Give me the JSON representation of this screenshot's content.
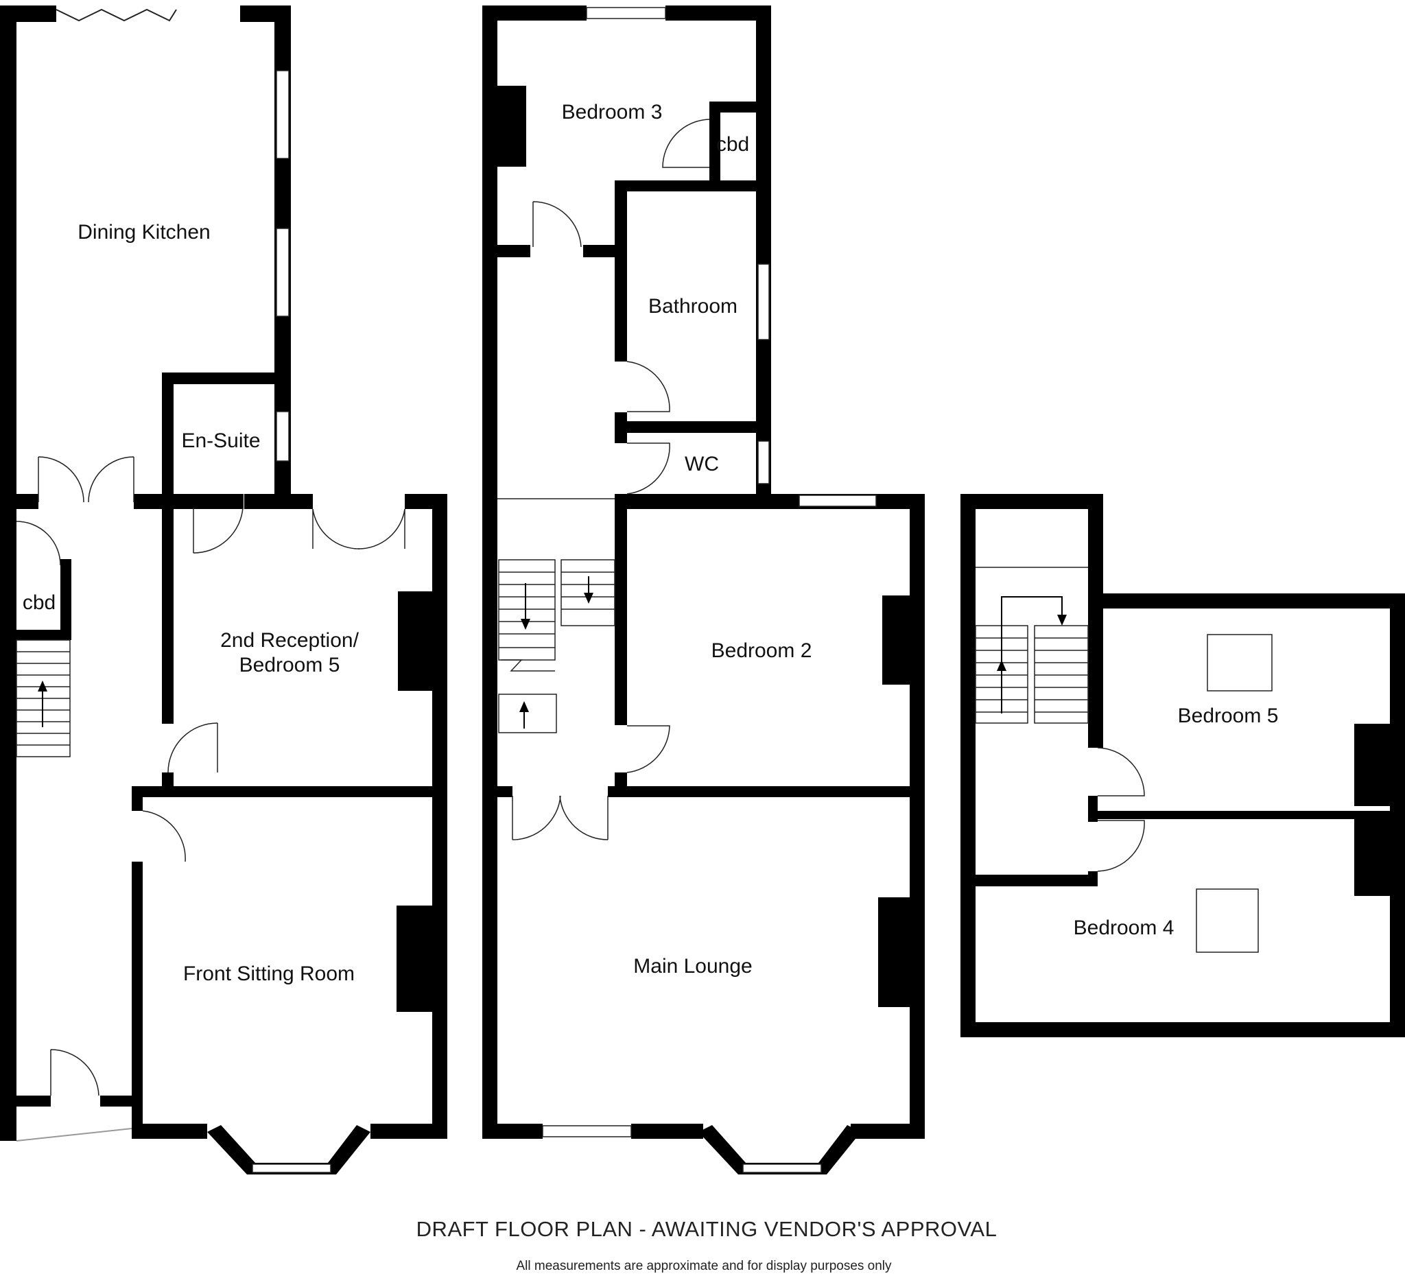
{
  "plan": {
    "title": "DRAFT FLOOR PLAN - AWAITING VENDOR'S APPROVAL",
    "disclaimer": "All measurements are approximate and for display purposes only",
    "wall_color": "#000000",
    "rooms": {
      "dining_kitchen": "Dining Kitchen",
      "en_suite": "En-Suite",
      "cbd_ground": "cbd",
      "reception_line1": "2nd Reception/",
      "reception_line2": "Bedroom 5",
      "front_sitting": "Front Sitting Room",
      "bedroom3": "Bedroom 3",
      "cbd_first": "cbd",
      "bathroom": "Bathroom",
      "wc": "WC",
      "bedroom2": "Bedroom 2",
      "main_lounge": "Main Lounge",
      "bedroom5_top": "Bedroom 5",
      "bedroom4": "Bedroom 4"
    }
  }
}
